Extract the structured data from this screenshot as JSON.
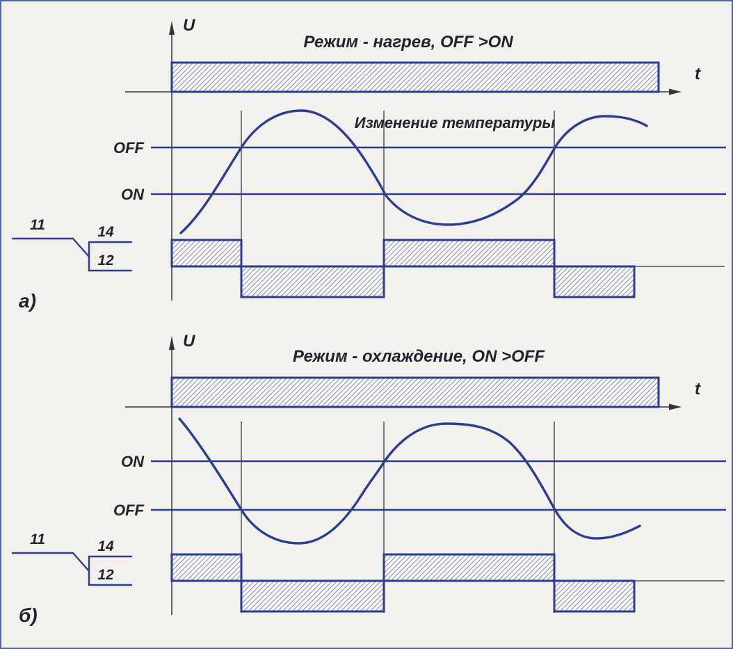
{
  "colors": {
    "accent_blue": "#2b3d91",
    "ink": "#22242c",
    "hatch_gray": "#8d93a6",
    "canvas_bg": "#f2f1ed",
    "frame_blue": "#5064b4"
  },
  "panel_a": {
    "label": "а)",
    "title": "Режим - нагрев, OFF >ON",
    "axis_u": "U",
    "axis_t": "t",
    "annotation": "Изменение температуры",
    "threshold_upper": "OFF",
    "threshold_lower": "ON",
    "contact_common": "11",
    "contact_no": "14",
    "contact_nc": "12"
  },
  "panel_b": {
    "label": "б)",
    "title": "Режим - охлаждение, ON >OFF",
    "axis_u": "U",
    "axis_t": "t",
    "threshold_upper": "ON",
    "threshold_lower": "OFF",
    "contact_common": "11",
    "contact_no": "14",
    "contact_nc": "12"
  }
}
